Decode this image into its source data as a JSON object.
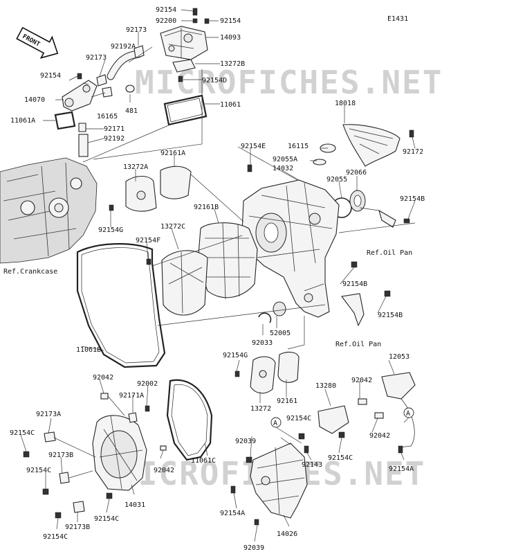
{
  "diagram_id": "E1431",
  "front_arrow_text": "FRONT",
  "watermark_text": "MICROFICHES.NET",
  "refs": {
    "crankcase": "Ref.Crankcase",
    "oil_pan_1": "Ref.Oil Pan",
    "oil_pan_2": "Ref.Oil Pan"
  },
  "callout_letter": "A",
  "labels": [
    "92154",
    "92200",
    "92154",
    "92173",
    "14093",
    "92192A",
    "92173",
    "13272B",
    "92154",
    "92154D",
    "14070",
    "16165",
    "481",
    "11061",
    "11061A",
    "92171",
    "92192",
    "18018",
    "16115",
    "92172",
    "92154E",
    "14032",
    "92055A",
    "92066",
    "92161A",
    "13272A",
    "92055",
    "92154B",
    "92161B",
    "92154G",
    "13272C",
    "92154F",
    "Ref.Oil Pan",
    "Ref.Crankcase",
    "92154B",
    "92154B",
    "52005",
    "92033",
    "Ref.Oil Pan",
    "11061B",
    "92154G",
    "12053",
    "92161",
    "13272",
    "13280",
    "92042",
    "92042",
    "92002",
    "92171A",
    "92173A",
    "92154C",
    "92173B",
    "92154C",
    "92042",
    "11061C",
    "92154C",
    "92039",
    "92143",
    "92154C",
    "92042",
    "92154A",
    "14031",
    "92173B",
    "92154C",
    "92154C",
    "92154A",
    "14026",
    "92039"
  ]
}
